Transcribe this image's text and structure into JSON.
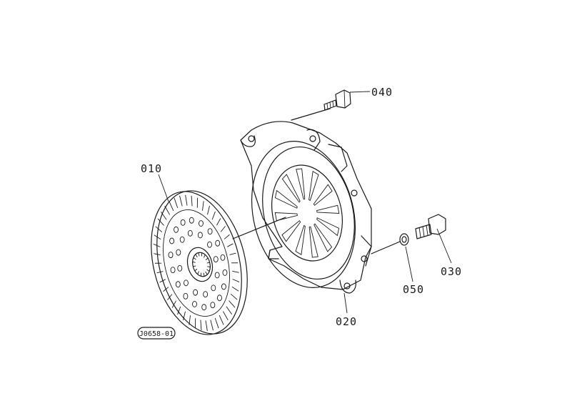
{
  "diagram": {
    "parts": [
      {
        "id": "clutch-disc",
        "label": "010"
      },
      {
        "id": "pressure-plate",
        "label": "020"
      },
      {
        "id": "bolt-large",
        "label": "030"
      },
      {
        "id": "bolt-top",
        "label": "040"
      },
      {
        "id": "washer",
        "label": "050"
      }
    ],
    "reference_code": "J0658-01"
  }
}
